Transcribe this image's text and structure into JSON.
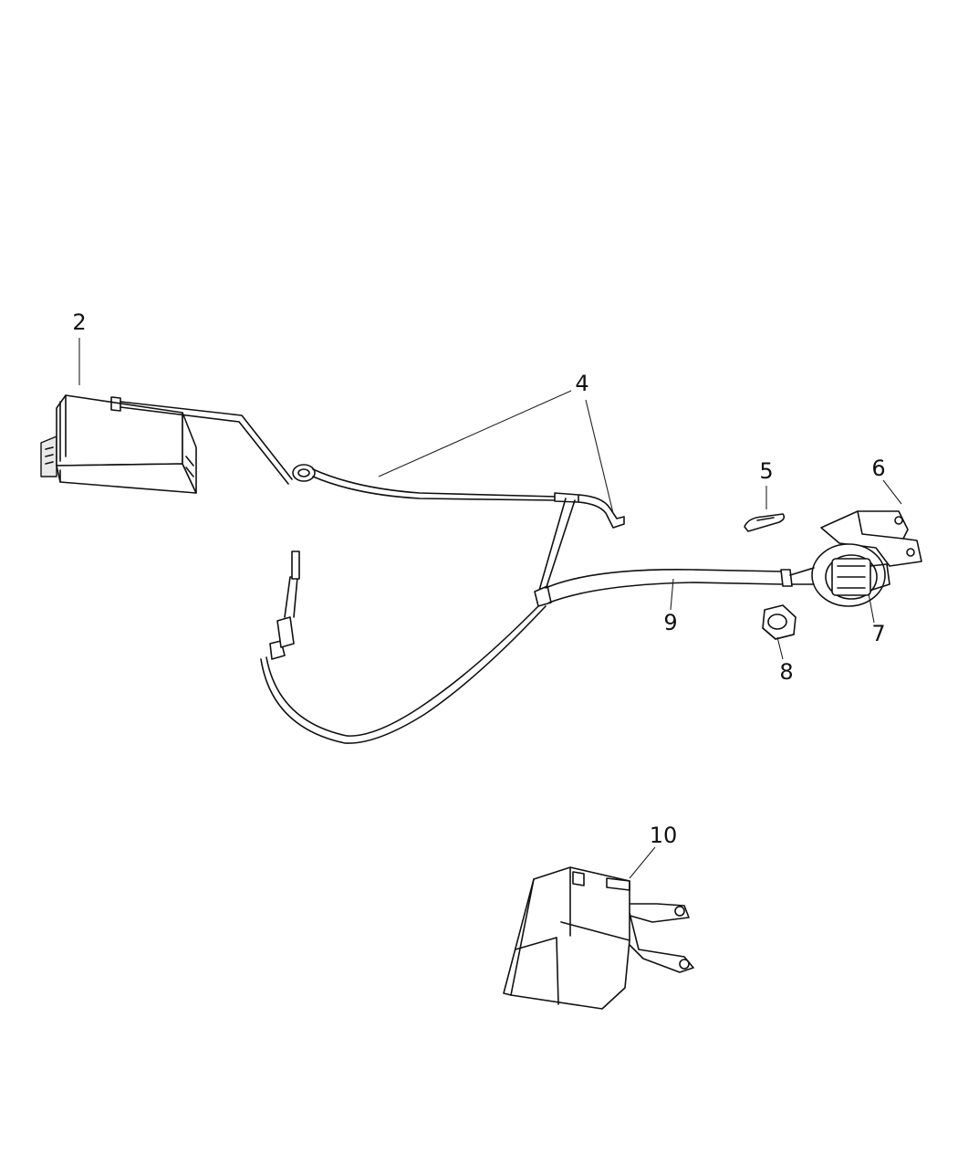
{
  "callouts": {
    "c2": "2",
    "c4": "4",
    "c5": "5",
    "c6": "6",
    "c7": "7",
    "c8": "8",
    "c9": "9",
    "c10": "10"
  },
  "colors": {
    "ink": "#111111",
    "background": "#ffffff"
  }
}
